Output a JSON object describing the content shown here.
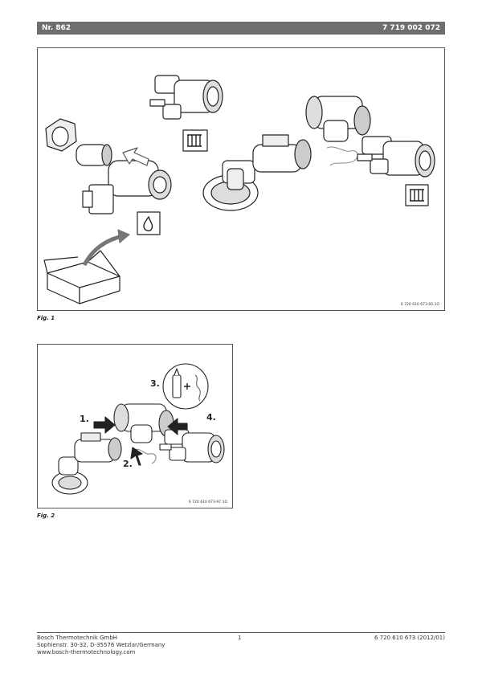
{
  "header": {
    "left": "Nr. 862",
    "right": "7 719 002 072"
  },
  "figure1": {
    "code": "6 720 610 673-00.1O",
    "caption": "Fig. 1"
  },
  "figure2": {
    "code": "6 720 610 673-97.1O",
    "caption": "Fig. 2",
    "steps": [
      "1.",
      "2.",
      "3.",
      "4."
    ]
  },
  "footer": {
    "company": "Bosch Thermotechnik GmbH",
    "address": "Sophienstr. 30-32, D-35576 Wetzlar/Germany",
    "website": "www.bosch-thermotechnology.com",
    "page": "1",
    "doc_ref": "6 720 610 673 (2012/01)"
  }
}
